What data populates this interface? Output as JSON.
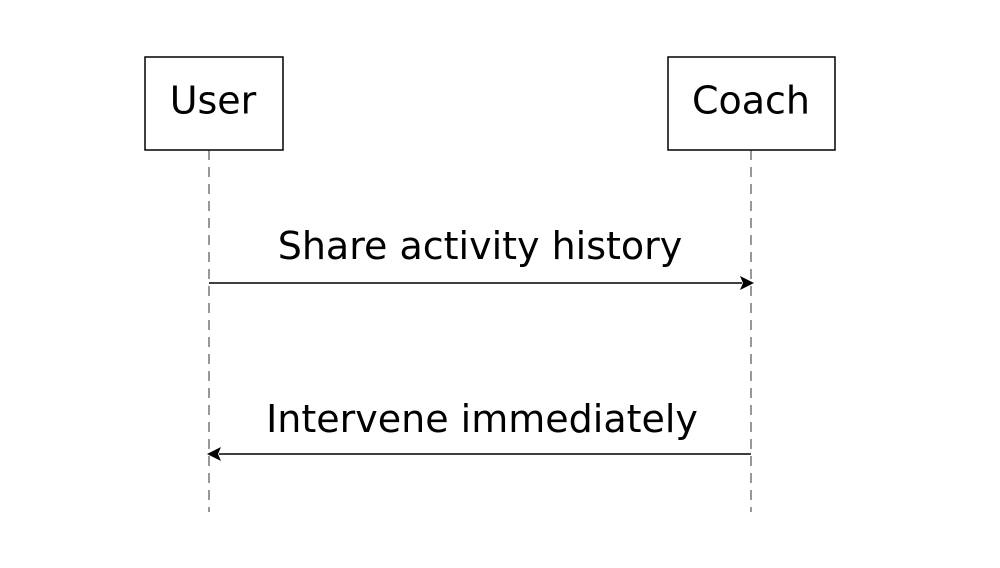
{
  "participants": [
    {
      "name": "User"
    },
    {
      "name": "Coach"
    }
  ],
  "messages": [
    {
      "from": "User",
      "to": "Coach",
      "label": "Share activity history"
    },
    {
      "from": "Coach",
      "to": "User",
      "label": "Intervene immediately"
    }
  ]
}
